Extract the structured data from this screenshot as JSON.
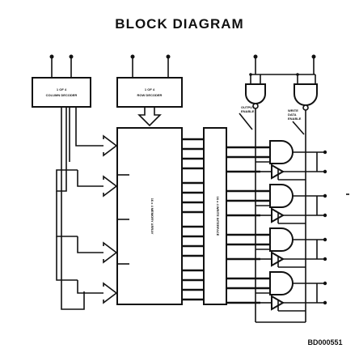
{
  "title": "BLOCK DIAGRAM",
  "figure_code": "BD000551",
  "column_decoder": {
    "line1": "1 OF 4",
    "line2": "COLUMN DECODER"
  },
  "row_decoder": {
    "line1": "1 OF 4",
    "line2": "ROW DECODER"
  },
  "memory_array": {
    "label": "16 x 4 MEMORY ARRAY"
  },
  "interface": {
    "label": "16 x 4 WRITE INTERFACE"
  },
  "output_enable": {
    "line1": "OUTPUT",
    "line2": "ENABLE"
  },
  "write_data_enable": {
    "line1": "WRITE",
    "line2": "DATA",
    "line3": "ENABLE"
  },
  "colors": {
    "ink": "#111111",
    "paper": "#ffffff"
  }
}
